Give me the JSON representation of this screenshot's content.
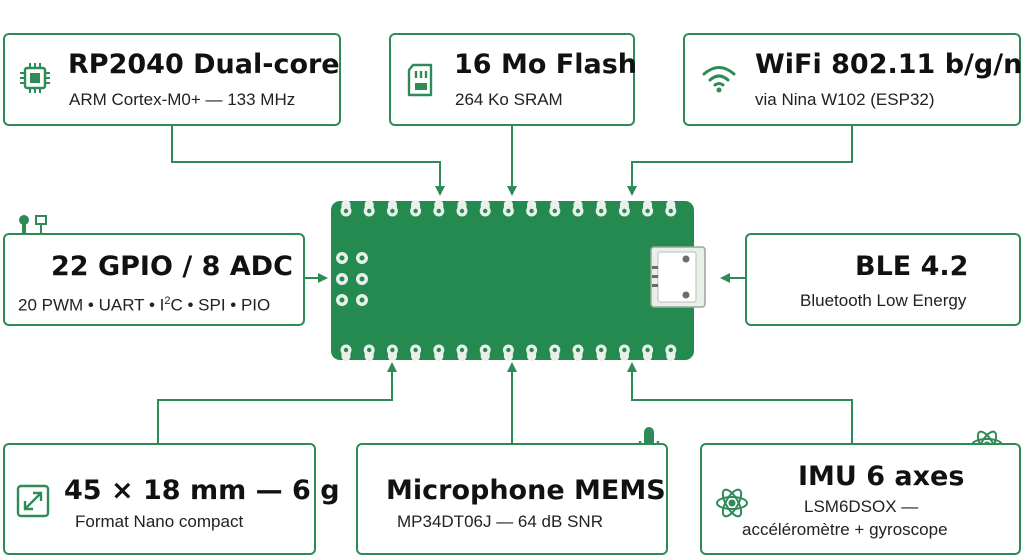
{
  "colors": {
    "accent": "#2e8b57",
    "board": "#248a4f",
    "pad": "#e9efe9"
  },
  "features": {
    "cpu": {
      "title": "RP2040 Dual-core",
      "sub": "ARM Cortex-M0+ — 133 MHz",
      "icon": "chip-icon"
    },
    "flash": {
      "title": "16 Mo Flash",
      "sub": "264 Ko SRAM",
      "icon": "sd-card-icon"
    },
    "wifi": {
      "title": "WiFi 802.11 b/g/n",
      "sub": "via Nina W102 (ESP32)",
      "icon": "wifi-icon"
    },
    "gpio": {
      "title": "22 GPIO / 8 ADC",
      "sub_pre": "20 PWM • UART • I",
      "sub_sup": "2",
      "sub_post": "C • SPI • PIO",
      "icon": "pin-header-icon"
    },
    "ble": {
      "title": "BLE 4.2",
      "sub": "Bluetooth Low Energy"
    },
    "size": {
      "title": "45 × 18 mm — 6 g",
      "sub": "Format Nano compact",
      "icon": "resize-arrows-icon"
    },
    "mic": {
      "title": "Microphone MEMS",
      "sub": "MP34DT06J — 64 dB SNR",
      "icon": "microphone-icon"
    },
    "imu": {
      "title": "IMU 6 axes",
      "sub1": "LSM6DSOX —",
      "sub2": "accéléromètre + gyroscope",
      "icon": "atom-icon"
    }
  }
}
